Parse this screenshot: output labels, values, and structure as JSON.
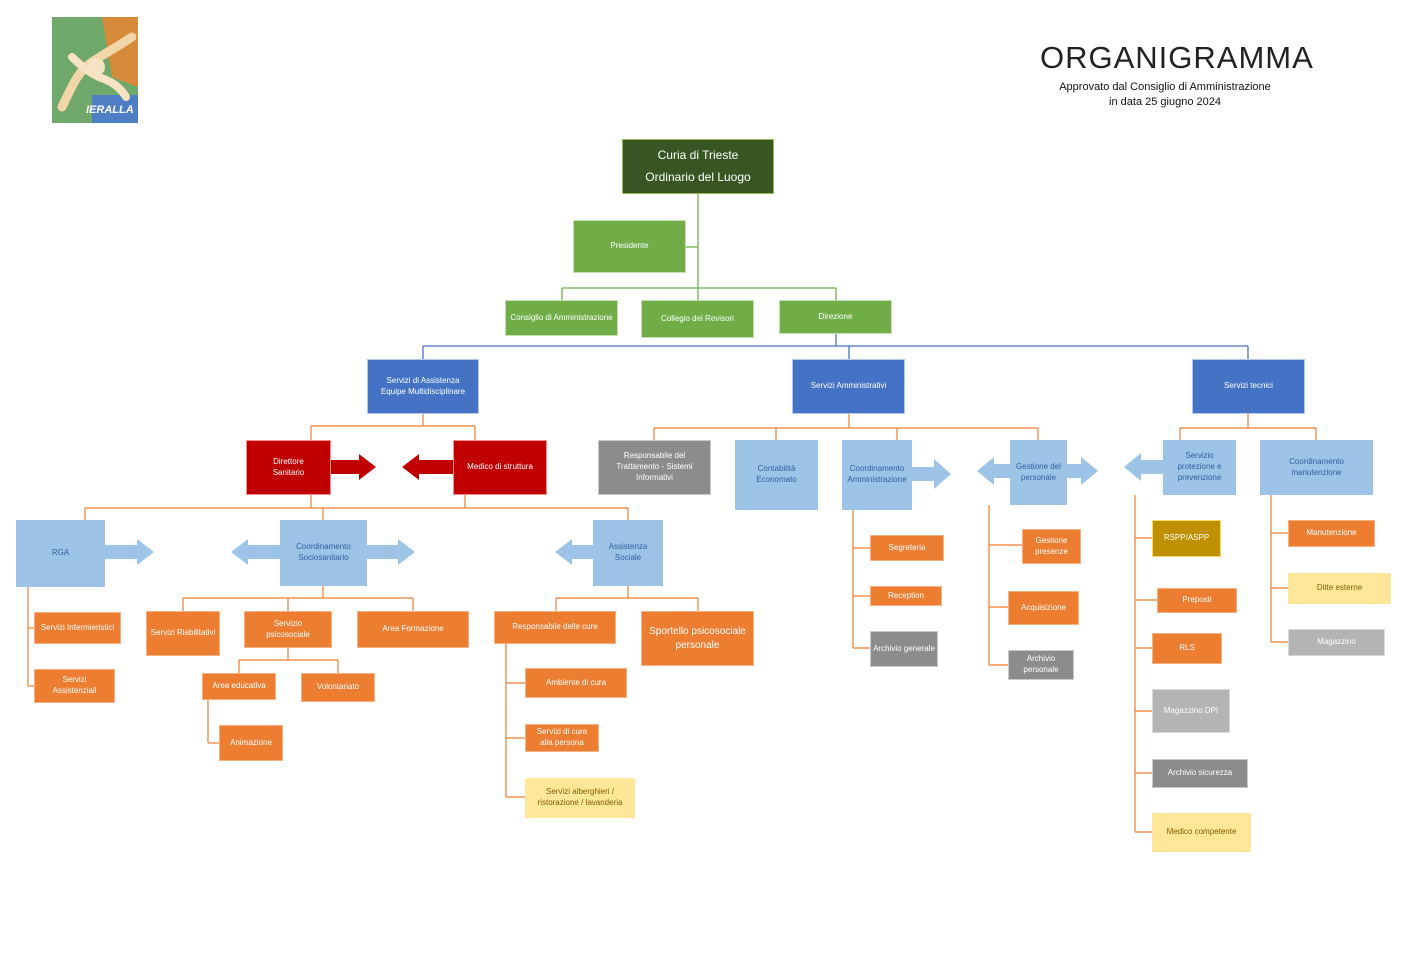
{
  "header": {
    "title": "ORGANIGRAMMA",
    "subtitle_line1": "Approvato dal Consiglio di Amministrazione",
    "subtitle_line2": "in data 25 giugno  2024",
    "logo_text": "IERALLA"
  },
  "colors": {
    "dark_green": "#375623",
    "green": "#70ad47",
    "blue": "#4472c4",
    "light_blue": "#9dc3e6",
    "red": "#c00000",
    "orange": "#ed7d31",
    "grey": "#8c8c8c",
    "yellow": "#ffe699",
    "dark_yellow": "#bf9000"
  },
  "nodes": {
    "curia": "Curia di Trieste\nOrdinario del Luogo",
    "presidente": "Presidente",
    "consiglio": "Consiglio di Amministrazione",
    "revisori": "Collegio dei Revisori",
    "direzione": "Direzione",
    "servizi_assistenza": "Servizi di Assistenza\nEquipe Multidisciplinare",
    "servizi_amministrativi": "Servizi Amministrativi",
    "servizi_tecnici": "Servizi tecnici",
    "direttore_sanitario": "Direttore\nSanitario",
    "medico_struttura": "Medico di struttura",
    "rga": "RGA",
    "coord_sociosanitario": "Coordinamento\nSociosanitario",
    "assistenza_sociale": "Assistenza Sociale",
    "servizi_infermieristici": "Servizi Infermieristici",
    "servizi_assistenziali": "Servizi\nAssistenziali",
    "servizi_riabilitativi": "Servizi Riabilitativi",
    "servizio_psicosociale": "Servizio\npsicosociale",
    "area_formazione": "Area Formazione",
    "area_educativa": "Area educativa",
    "volontariato": "Volontariato",
    "animazione": "Animazione",
    "responsabile_cure": "Responsabile delle cure",
    "sportello": "Sportello psicosociale\npersonale",
    "ambiente_cura": "Ambiente di cura",
    "servizi_cura_persona": "Servizi di cura\nalla persona",
    "servizi_alberghieri": "Servizi alberghieri /\nristorazione / lavanderia",
    "resp_trattamento": "Responsabile del\nTrattamento  - Sistemi\nInformativi",
    "contabilita": "Contabilità\nEconomato",
    "coord_amministrazione": "Coordinamento\nAmministrazione",
    "gestione_personale": "Gestione del\npersonale",
    "segreteria": "Segreteria",
    "reception": "Reception",
    "archivio_generale": "Archivio generale",
    "gestione_presenze": "Gestione\npresenze",
    "acquisizione": "Acquisizione",
    "archivio_personale": "Archivio\npersonale",
    "servizio_protezione": "Servizio\nprotezione e\nprevenzione",
    "coord_manutenzione": "Coordinamento\nmanutenzione",
    "rspp": "RSPP/ASPP",
    "preposti": "Preposti",
    "rls": "RLS",
    "magazzino_dpi": "Magazzino DPI",
    "archivio_sicurezza": "Archivio sicurezza",
    "medico_competente": "Medico competente",
    "manutenzione": "Manutenzione",
    "ditte_esterne": "Ditte esterne",
    "magazzino": "Magazzino"
  }
}
